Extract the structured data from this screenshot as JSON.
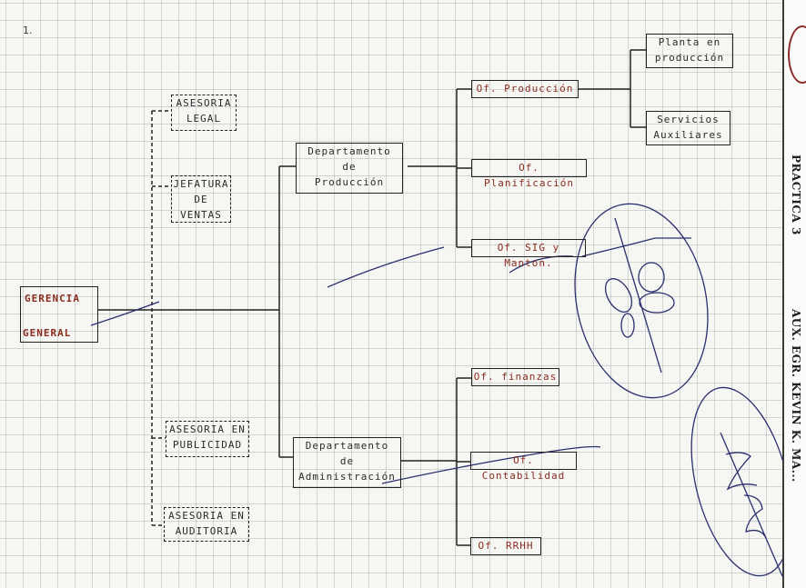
{
  "page_number": "1.",
  "boxes": {
    "gerencia_top": "GERENCIA",
    "gerencia_bottom": "GENERAL",
    "asesoria_legal": "ASESORIA\nLEGAL",
    "jefatura_ventas": "JEFATURA\nDE\nVENTAS",
    "asesoria_publicidad": "ASESORIA EN\nPUBLICIDAD",
    "asesoria_auditoria": "ASESORIA EN\nAUDITORIA",
    "dep_produccion": "Departamento\nde\nProducción",
    "dep_administracion": "Departamento\nde\nAdministración",
    "of_produccion": "Of. Producción",
    "of_planificacion": "Of. Planificación",
    "of_sig": "Of. SIG y Manton.",
    "of_finanzas": "Of. finanzas",
    "of_contabilidad": "Of. Contabilidad",
    "of_rrhh": "Of. RRHH",
    "planta_produccion": "Planta en\nproducción",
    "servicios_auxiliares": "Servicios\nAuxiliares"
  },
  "margin": {
    "practica": "PRACTICA 3",
    "author": "AUX. EGR. KEVIN K. MA..."
  },
  "colors": {
    "ink": "#222222",
    "red_ink": "#8b2c1f",
    "pen": "#2a2f6e",
    "grid": "#9aa0aa"
  }
}
